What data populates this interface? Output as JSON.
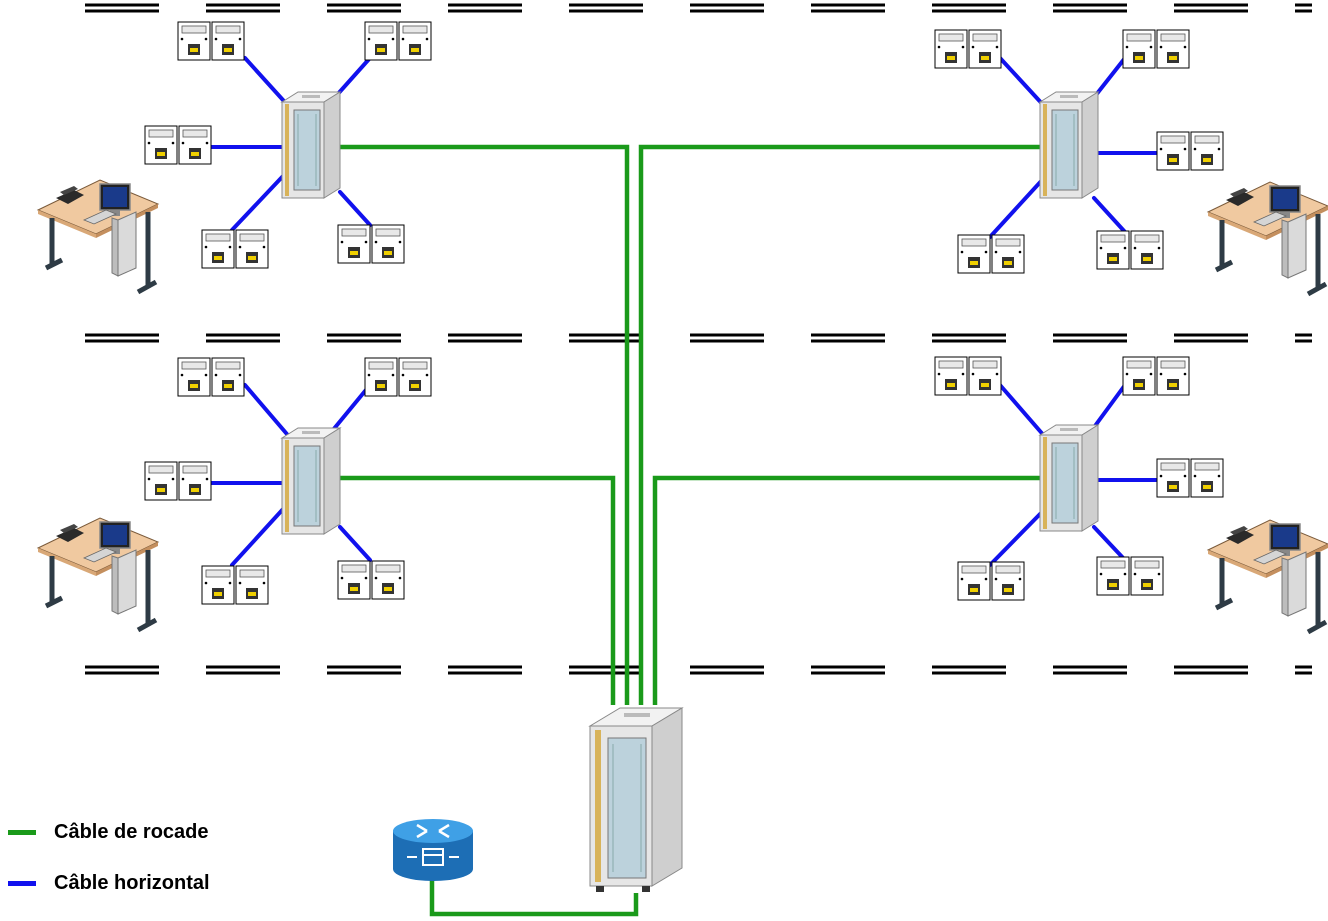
{
  "colors": {
    "backbone": "#1a9a1a",
    "horizontal": "#1111ee",
    "floor_line": "#000000",
    "router": "#2f8fd6"
  },
  "legend": [
    {
      "label": "Câble de rocade",
      "color": "#1a9a1a"
    },
    {
      "label": "Câble horizontal",
      "color": "#1111ee"
    }
  ],
  "icons": {
    "rack": "server-rack-icon",
    "outlet": "wall-outlet-icon",
    "workstation": "workstation-desk-icon",
    "router": "router-icon"
  },
  "floors": [
    {
      "id": "floor-top-left"
    },
    {
      "id": "floor-top-right"
    },
    {
      "id": "floor-bottom-left"
    },
    {
      "id": "floor-bottom-right"
    }
  ]
}
